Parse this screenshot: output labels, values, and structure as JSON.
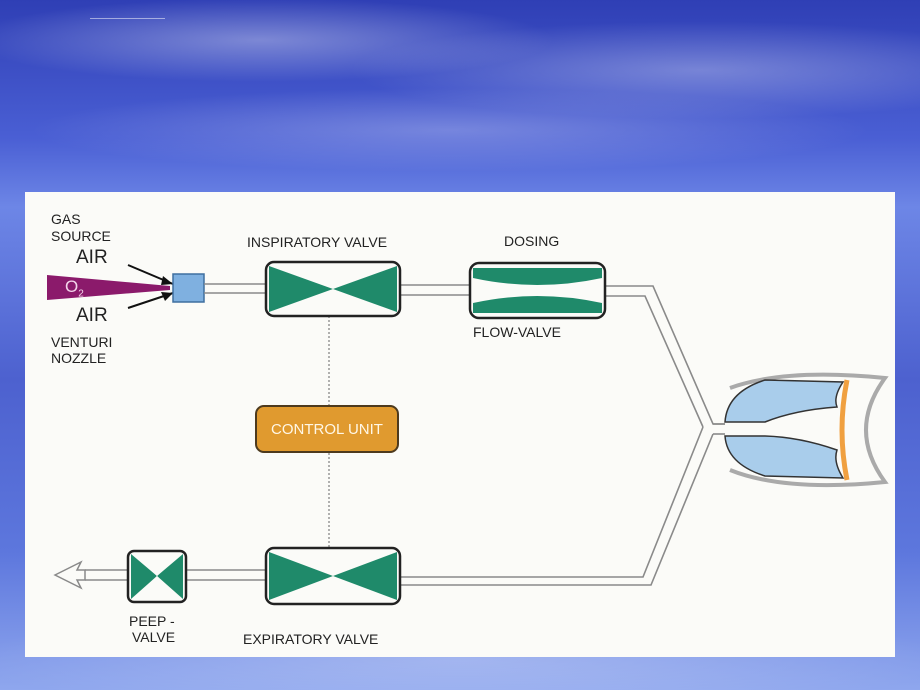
{
  "labels": {
    "gas_source_1": "GAS",
    "gas_source_2": "SOURCE",
    "air_top": "AIR",
    "o2": "O2",
    "air_bottom": "AIR",
    "venturi_1": "VENTURI",
    "venturi_2": "NOZZLE",
    "inspiratory_valve": "INSPIRATORY VALVE",
    "dosing": "DOSING",
    "flow_valve": "FLOW-VALVE",
    "control_unit": "CONTROL UNIT",
    "peep_1": "PEEP -",
    "peep_2": "VALVE",
    "expiratory_valve": "EXPIRATORY VALVE"
  },
  "colors": {
    "valve_green": "#1f8a6a",
    "control_orange": "#e09a2f",
    "o2_magenta": "#8b1a6b",
    "nozzle_blue": "#7fb0e0",
    "lung_blue": "#a9cdeb",
    "chest_orange": "#f0a040"
  },
  "icons": {
    "exhaust": "arrow-left-icon"
  }
}
